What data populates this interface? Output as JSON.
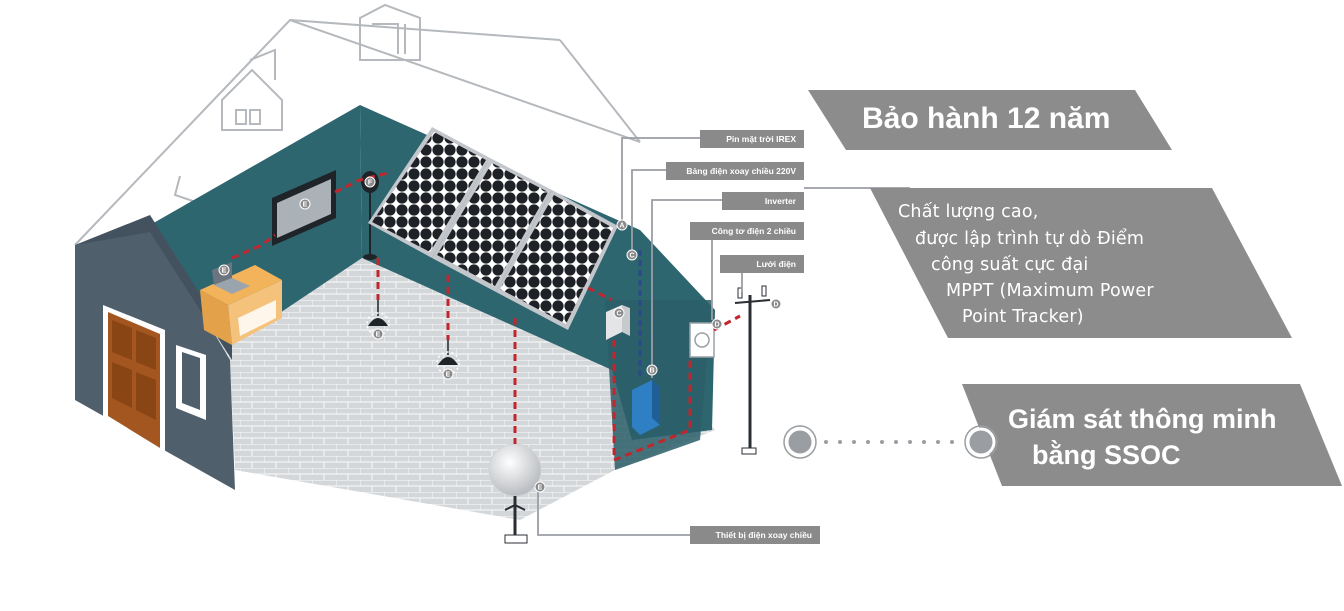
{
  "labels": {
    "solar_panel": "Pin mặt trời IREX",
    "ac_panel": "Bảng điện xoay chiều 220V",
    "inverter": "Inverter",
    "meter": "Công tơ điện 2 chiều",
    "grid": "Lưới điện",
    "ac_device": "Thiết bị điện xoay chiều"
  },
  "banners": {
    "warranty": "Bảo hành 12 năm",
    "quality_lines": [
      "Chất lượng cao,",
      "được lập trình tự dò Điểm",
      "công suất cực đại",
      "MPPT (Maximum Power",
      "Point Tracker)"
    ],
    "monitoring_line1": "Giám sát thông minh",
    "monitoring_line2": "bằng SSOC"
  },
  "markers": [
    "A",
    "B",
    "C",
    "D",
    "E"
  ],
  "colors": {
    "label_gray": "#8a8a8a",
    "banner_gray": "#8c8c8c",
    "wall_teal": "#2e6670",
    "house_slate": "#4f5f6c",
    "wire_red": "#c0262c",
    "wire_blue": "#2c4a8a",
    "inverter_blue": "#2f7fc4",
    "door_brown": "#a3561f"
  }
}
